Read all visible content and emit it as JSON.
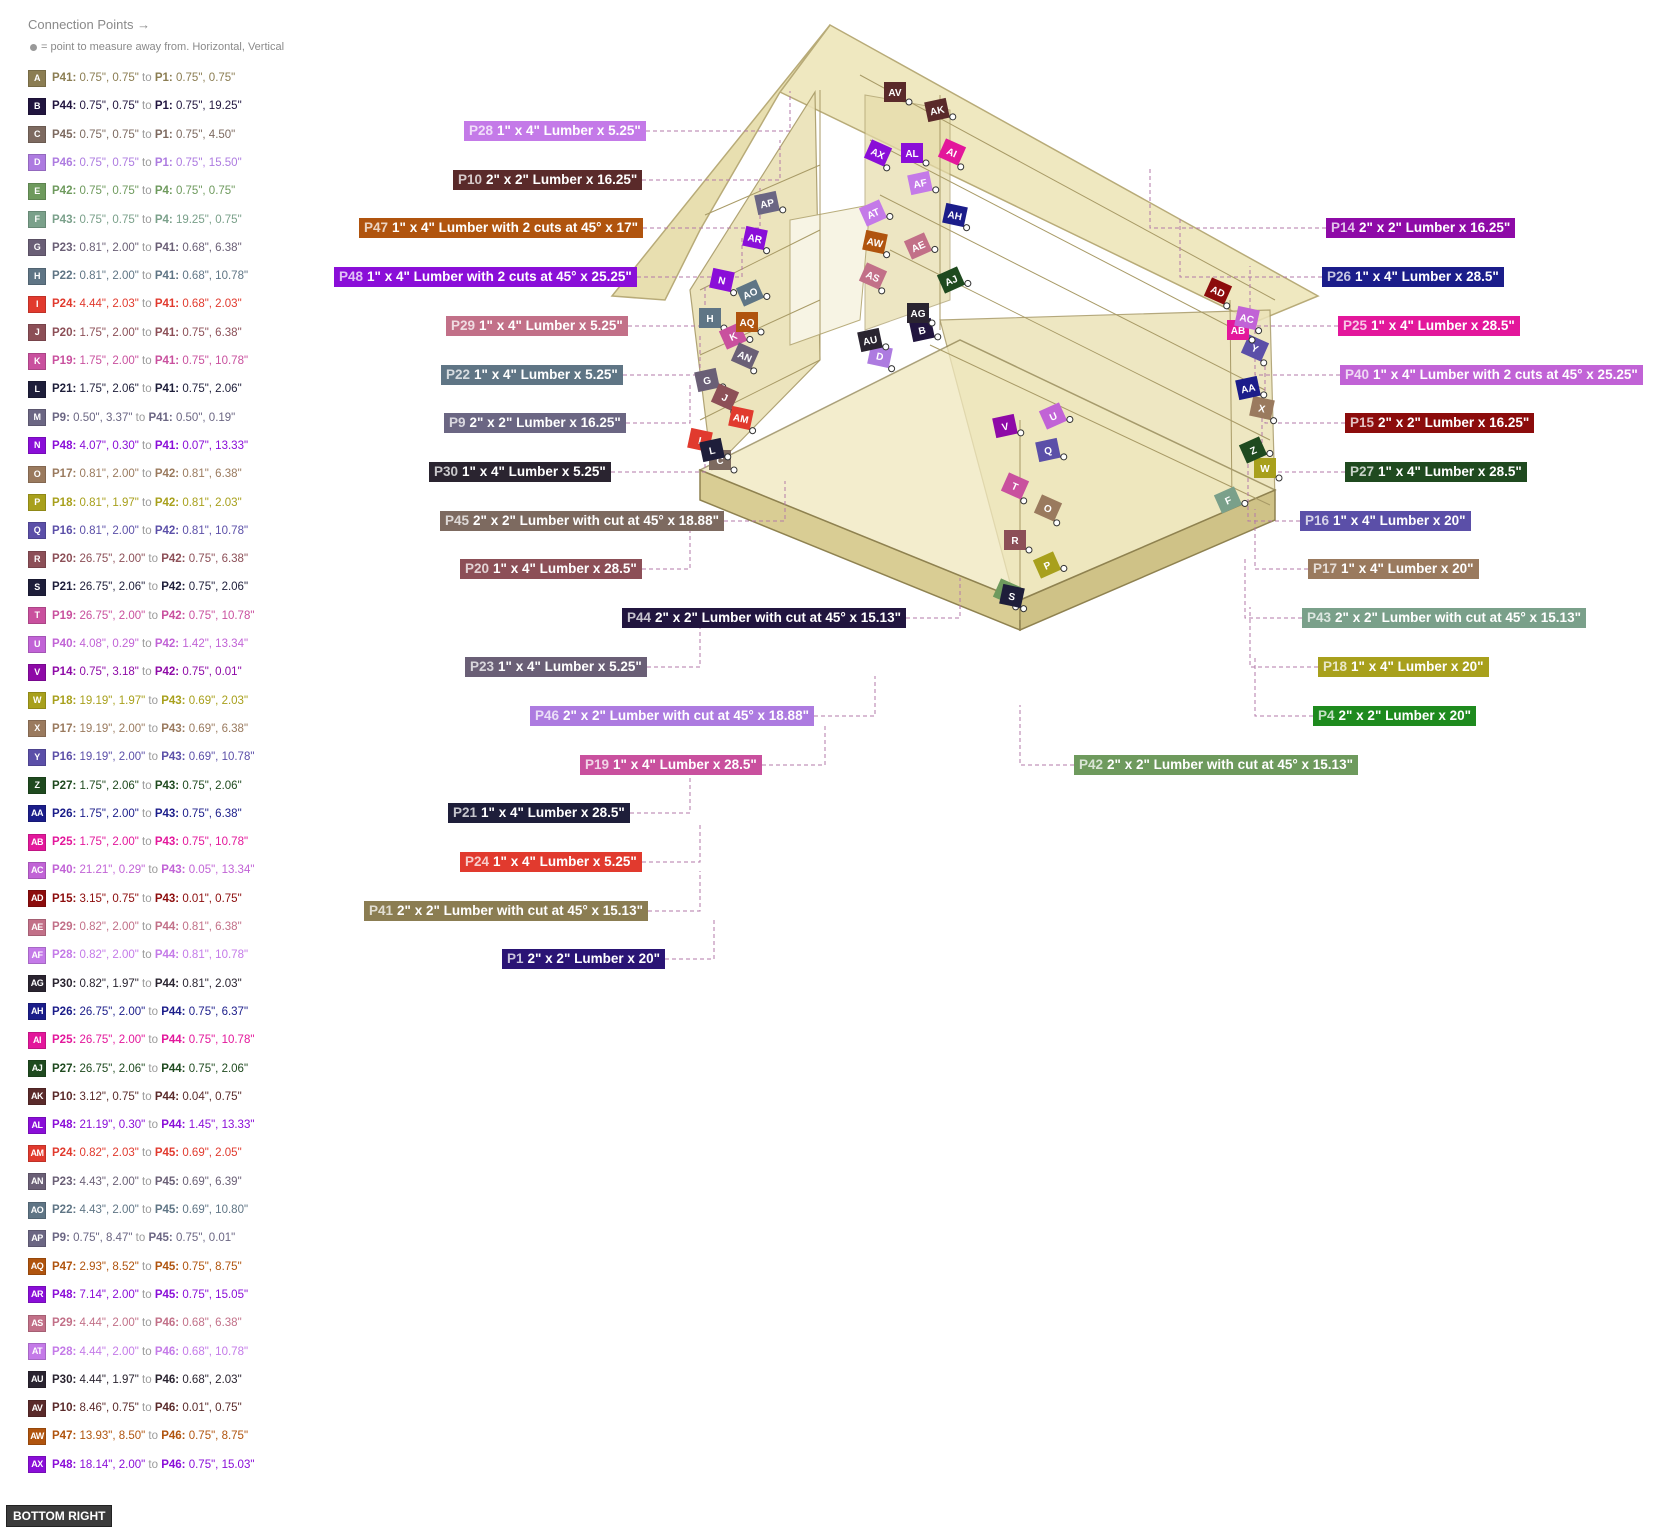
{
  "header": {
    "title": "Connection Points →",
    "note": "= point to measure away from. Horizontal, Vertical"
  },
  "connections": [
    {
      "badge": "A",
      "color": "#8b7d52",
      "from": "P41:",
      "from_val": "0.75\", 0.75\"",
      "to_word": "to",
      "to": "P1:",
      "to_val": "0.75\", 0.75\""
    },
    {
      "badge": "B",
      "color": "#21153f",
      "from": "P44:",
      "from_val": "0.75\", 0.75\"",
      "to_word": "to",
      "to": "P1:",
      "to_val": "0.75\", 19.25\""
    },
    {
      "badge": "C",
      "color": "#7d6a60",
      "from": "P45:",
      "from_val": "0.75\", 0.75\"",
      "to_word": "to",
      "to": "P1:",
      "to_val": "0.75\", 4.50\""
    },
    {
      "badge": "D",
      "color": "#ad7be0",
      "from": "P46:",
      "from_val": "0.75\", 0.75\"",
      "to_word": "to",
      "to": "P1:",
      "to_val": "0.75\", 15.50\""
    },
    {
      "badge": "E",
      "color": "#6e9a5d",
      "from": "P42:",
      "from_val": "0.75\", 0.75\"",
      "to_word": "to",
      "to": "P4:",
      "to_val": "0.75\", 0.75\""
    },
    {
      "badge": "F",
      "color": "#7aa08a",
      "from": "P43:",
      "from_val": "0.75\", 0.75\"",
      "to_word": "to",
      "to": "P4:",
      "to_val": "19.25\", 0.75\""
    },
    {
      "badge": "G",
      "color": "#6a5f76",
      "from": "P23:",
      "from_val": "0.81\", 2.00\"",
      "to_word": "to",
      "to": "P41:",
      "to_val": "0.68\", 6.38\""
    },
    {
      "badge": "H",
      "color": "#5f7585",
      "from": "P22:",
      "from_val": "0.81\", 2.00\"",
      "to_word": "to",
      "to": "P41:",
      "to_val": "0.68\", 10.78\""
    },
    {
      "badge": "I",
      "color": "#e13a2e",
      "from": "P24:",
      "from_val": "4.44\", 2.03\"",
      "to_word": "to",
      "to": "P41:",
      "to_val": "0.68\", 2.03\""
    },
    {
      "badge": "J",
      "color": "#8c4f57",
      "from": "P20:",
      "from_val": "1.75\", 2.00\"",
      "to_word": "to",
      "to": "P41:",
      "to_val": "0.75\", 6.38\""
    },
    {
      "badge": "K",
      "color": "#c9509e",
      "from": "P19:",
      "from_val": "1.75\", 2.00\"",
      "to_word": "to",
      "to": "P41:",
      "to_val": "0.75\", 10.78\""
    },
    {
      "badge": "L",
      "color": "#1e1e3a",
      "from": "P21:",
      "from_val": "1.75\", 2.06\"",
      "to_word": "to",
      "to": "P41:",
      "to_val": "0.75\", 2.06\""
    },
    {
      "badge": "M",
      "color": "#6b6683",
      "from": "P9:",
      "from_val": "0.50\", 3.37\"",
      "to_word": "to",
      "to": "P41:",
      "to_val": "0.50\", 0.19\""
    },
    {
      "badge": "N",
      "color": "#8a0ed8",
      "from": "P48:",
      "from_val": "4.07\", 0.30\"",
      "to_word": "to",
      "to": "P41:",
      "to_val": "0.07\", 13.33\""
    },
    {
      "badge": "O",
      "color": "#9a7a5e",
      "from": "P17:",
      "from_val": "0.81\", 2.00\"",
      "to_word": "to",
      "to": "P42:",
      "to_val": "0.81\", 6.38\""
    },
    {
      "badge": "P",
      "color": "#a8a01c",
      "from": "P18:",
      "from_val": "0.81\", 1.97\"",
      "to_word": "to",
      "to": "P42:",
      "to_val": "0.81\", 2.03\""
    },
    {
      "badge": "Q",
      "color": "#5b4fa8",
      "from": "P16:",
      "from_val": "0.81\", 2.00\"",
      "to_word": "to",
      "to": "P42:",
      "to_val": "0.81\", 10.78\""
    },
    {
      "badge": "R",
      "color": "#8c4f57",
      "from": "P20:",
      "from_val": "26.75\", 2.00\"",
      "to_word": "to",
      "to": "P42:",
      "to_val": "0.75\", 6.38\""
    },
    {
      "badge": "S",
      "color": "#1e1e3a",
      "from": "P21:",
      "from_val": "26.75\", 2.06\"",
      "to_word": "to",
      "to": "P42:",
      "to_val": "0.75\", 2.06\""
    },
    {
      "badge": "T",
      "color": "#c9509e",
      "from": "P19:",
      "from_val": "26.75\", 2.00\"",
      "to_word": "to",
      "to": "P42:",
      "to_val": "0.75\", 10.78\""
    },
    {
      "badge": "U",
      "color": "#c163d6",
      "from": "P40:",
      "from_val": "4.08\", 0.29\"",
      "to_word": "to",
      "to": "P42:",
      "to_val": "1.42\", 13.34\""
    },
    {
      "badge": "V",
      "color": "#8e0aa7",
      "from": "P14:",
      "from_val": "0.75\", 3.18\"",
      "to_word": "to",
      "to": "P42:",
      "to_val": "0.75\", 0.01\""
    },
    {
      "badge": "W",
      "color": "#a8a01c",
      "from": "P18:",
      "from_val": "19.19\", 1.97\"",
      "to_word": "to",
      "to": "P43:",
      "to_val": "0.69\", 2.03\""
    },
    {
      "badge": "X",
      "color": "#9a7a5e",
      "from": "P17:",
      "from_val": "19.19\", 2.00\"",
      "to_word": "to",
      "to": "P43:",
      "to_val": "0.69\", 6.38\""
    },
    {
      "badge": "Y",
      "color": "#5b4fa8",
      "from": "P16:",
      "from_val": "19.19\", 2.00\"",
      "to_word": "to",
      "to": "P43:",
      "to_val": "0.69\", 10.78\""
    },
    {
      "badge": "Z",
      "color": "#1f4a1f",
      "from": "P27:",
      "from_val": "1.75\", 2.06\"",
      "to_word": "to",
      "to": "P43:",
      "to_val": "0.75\", 2.06\""
    },
    {
      "badge": "AA",
      "color": "#1b1d8a",
      "from": "P26:",
      "from_val": "1.75\", 2.00\"",
      "to_word": "to",
      "to": "P43:",
      "to_val": "0.75\", 6.38\""
    },
    {
      "badge": "AB",
      "color": "#e3179b",
      "from": "P25:",
      "from_val": "1.75\", 2.00\"",
      "to_word": "to",
      "to": "P43:",
      "to_val": "0.75\", 10.78\""
    },
    {
      "badge": "AC",
      "color": "#c163d6",
      "from": "P40:",
      "from_val": "21.21\", 0.29\"",
      "to_word": "to",
      "to": "P43:",
      "to_val": "0.05\", 13.34\""
    },
    {
      "badge": "AD",
      "color": "#8c0c0c",
      "from": "P15:",
      "from_val": "3.15\", 0.75\"",
      "to_word": "to",
      "to": "P43:",
      "to_val": "0.01\", 0.75\""
    },
    {
      "badge": "AE",
      "color": "#c27088",
      "from": "P29:",
      "from_val": "0.82\", 2.00\"",
      "to_word": "to",
      "to": "P44:",
      "to_val": "0.81\", 6.38\""
    },
    {
      "badge": "AF",
      "color": "#c47ae8",
      "from": "P28:",
      "from_val": "0.82\", 2.00\"",
      "to_word": "to",
      "to": "P44:",
      "to_val": "0.81\", 10.78\""
    },
    {
      "badge": "AG",
      "color": "#2a2430",
      "from": "P30:",
      "from_val": "0.82\", 1.97\"",
      "to_word": "to",
      "to": "P44:",
      "to_val": "0.81\", 2.03\""
    },
    {
      "badge": "AH",
      "color": "#1b1d8a",
      "from": "P26:",
      "from_val": "26.75\", 2.00\"",
      "to_word": "to",
      "to": "P44:",
      "to_val": "0.75\", 6.37\""
    },
    {
      "badge": "AI",
      "color": "#e3179b",
      "from": "P25:",
      "from_val": "26.75\", 2.00\"",
      "to_word": "to",
      "to": "P44:",
      "to_val": "0.75\", 10.78\""
    },
    {
      "badge": "AJ",
      "color": "#1f4a1f",
      "from": "P27:",
      "from_val": "26.75\", 2.06\"",
      "to_word": "to",
      "to": "P44:",
      "to_val": "0.75\", 2.06\""
    },
    {
      "badge": "AK",
      "color": "#5a2a2a",
      "from": "P10:",
      "from_val": "3.12\", 0.75\"",
      "to_word": "to",
      "to": "P44:",
      "to_val": "0.04\", 0.75\""
    },
    {
      "badge": "AL",
      "color": "#8a0ed8",
      "from": "P48:",
      "from_val": "21.19\", 0.30\"",
      "to_word": "to",
      "to": "P44:",
      "to_val": "1.45\", 13.33\""
    },
    {
      "badge": "AM",
      "color": "#e13a2e",
      "from": "P24:",
      "from_val": "0.82\", 2.03\"",
      "to_word": "to",
      "to": "P45:",
      "to_val": "0.69\", 2.05\""
    },
    {
      "badge": "AN",
      "color": "#6a5f76",
      "from": "P23:",
      "from_val": "4.43\", 2.00\"",
      "to_word": "to",
      "to": "P45:",
      "to_val": "0.69\", 6.39\""
    },
    {
      "badge": "AO",
      "color": "#5f7585",
      "from": "P22:",
      "from_val": "4.43\", 2.00\"",
      "to_word": "to",
      "to": "P45:",
      "to_val": "0.69\", 10.80\""
    },
    {
      "badge": "AP",
      "color": "#6b6683",
      "from": "P9:",
      "from_val": "0.75\", 8.47\"",
      "to_word": "to",
      "to": "P45:",
      "to_val": "0.75\", 0.01\""
    },
    {
      "badge": "AQ",
      "color": "#b0540e",
      "from": "P47:",
      "from_val": "2.93\", 8.52\"",
      "to_word": "to",
      "to": "P45:",
      "to_val": "0.75\", 8.75\""
    },
    {
      "badge": "AR",
      "color": "#8a0ed8",
      "from": "P48:",
      "from_val": "7.14\", 2.00\"",
      "to_word": "to",
      "to": "P45:",
      "to_val": "0.75\", 15.05\""
    },
    {
      "badge": "AS",
      "color": "#c27088",
      "from": "P29:",
      "from_val": "4.44\", 2.00\"",
      "to_word": "to",
      "to": "P46:",
      "to_val": "0.68\", 6.38\""
    },
    {
      "badge": "AT",
      "color": "#c47ae8",
      "from": "P28:",
      "from_val": "4.44\", 2.00\"",
      "to_word": "to",
      "to": "P46:",
      "to_val": "0.68\", 10.78\""
    },
    {
      "badge": "AU",
      "color": "#2a2430",
      "from": "P30:",
      "from_val": "4.44\", 1.97\"",
      "to_word": "to",
      "to": "P46:",
      "to_val": "0.68\", 2.03\""
    },
    {
      "badge": "AV",
      "color": "#5a2a2a",
      "from": "P10:",
      "from_val": "8.46\", 0.75\"",
      "to_word": "to",
      "to": "P46:",
      "to_val": "0.01\", 0.75\""
    },
    {
      "badge": "AW",
      "color": "#b0540e",
      "from": "P47:",
      "from_val": "13.93\", 8.50\"",
      "to_word": "to",
      "to": "P46:",
      "to_val": "0.75\", 8.75\""
    },
    {
      "badge": "AX",
      "color": "#8a0ed8",
      "from": "P48:",
      "from_val": "18.14\", 2.00\"",
      "to_word": "to",
      "to": "P46:",
      "to_val": "0.75\", 15.03\""
    }
  ],
  "parts_left": [
    {
      "id": "P28",
      "desc": "1\" x 4\" Lumber  x 5.25\"",
      "color": "#c47ae8"
    },
    {
      "id": "P10",
      "desc": "2\" x 2\" Lumber x 16.25\"",
      "color": "#5a2a2a"
    },
    {
      "id": "P47",
      "desc": "1\" x 4\" Lumber with 2 cuts at 45° x 17\"",
      "color": "#b0540e"
    },
    {
      "id": "P48",
      "desc": "1\" x 4\" Lumber with 2 cuts at 45° x 25.25\"",
      "color": "#8a0ed8"
    },
    {
      "id": "P29",
      "desc": "1\" x 4\" Lumber  x 5.25\"",
      "color": "#c27088"
    },
    {
      "id": "P22",
      "desc": "1\" x 4\" Lumber  x 5.25\"",
      "color": "#5f7585"
    },
    {
      "id": "P9",
      "desc": "2\" x 2\" Lumber x 16.25\"",
      "color": "#6b6683"
    },
    {
      "id": "P30",
      "desc": "1\" x 4\" Lumber  x 5.25\"",
      "color": "#2a2430"
    },
    {
      "id": "P45",
      "desc": "2\" x 2\" Lumber with cut at 45° x 18.88\"",
      "color": "#7d6a60"
    },
    {
      "id": "P20",
      "desc": "1\" x 4\" Lumber  x 28.5\"",
      "color": "#8c4f57"
    },
    {
      "id": "P44",
      "desc": "2\" x 2\" Lumber with cut at 45° x 15.13\"",
      "color": "#21153f"
    },
    {
      "id": "P23",
      "desc": "1\" x 4\" Lumber  x 5.25\"",
      "color": "#6a5f76"
    },
    {
      "id": "P46",
      "desc": "2\" x 2\" Lumber with cut at 45° x 18.88\"",
      "color": "#ad7be0"
    },
    {
      "id": "P19",
      "desc": "1\" x 4\" Lumber  x 28.5\"",
      "color": "#c9509e"
    },
    {
      "id": "P21",
      "desc": "1\" x 4\" Lumber  x 28.5\"",
      "color": "#1e1e3a"
    },
    {
      "id": "P24",
      "desc": "1\" x 4\" Lumber  x 5.25\"",
      "color": "#e13a2e"
    },
    {
      "id": "P41",
      "desc": "2\" x 2\" Lumber with cut at 45° x 15.13\"",
      "color": "#8b7d52"
    },
    {
      "id": "P1",
      "desc": "2\" x 2\" Lumber x 20\"",
      "color": "#2a1475"
    }
  ],
  "parts_right": [
    {
      "id": "P14",
      "desc": "2\" x 2\" Lumber x 16.25\"",
      "color": "#8e0aa7"
    },
    {
      "id": "P26",
      "desc": "1\" x 4\" Lumber  x 28.5\"",
      "color": "#1b1d8a"
    },
    {
      "id": "P25",
      "desc": "1\" x 4\" Lumber  x 28.5\"",
      "color": "#e3179b"
    },
    {
      "id": "P40",
      "desc": "1\" x 4\" Lumber with 2 cuts at 45° x 25.25\"",
      "color": "#c163d6"
    },
    {
      "id": "P15",
      "desc": "2\" x 2\" Lumber x 16.25\"",
      "color": "#8c0c0c"
    },
    {
      "id": "P27",
      "desc": "1\" x 4\" Lumber  x 28.5\"",
      "color": "#1f4a1f"
    },
    {
      "id": "P16",
      "desc": "1\" x 4\" Lumber  x 20\"",
      "color": "#5b4fa8"
    },
    {
      "id": "P17",
      "desc": "1\" x 4\" Lumber  x 20\"",
      "color": "#9a7a5e"
    },
    {
      "id": "P43",
      "desc": "2\" x 2\" Lumber with cut at 45° x 15.13\"",
      "color": "#7aa08a"
    },
    {
      "id": "P18",
      "desc": "1\" x 4\" Lumber  x 20\"",
      "color": "#a8a01c"
    },
    {
      "id": "P4",
      "desc": "2\" x 2\" Lumber x 20\"",
      "color": "#1e8a1e"
    },
    {
      "id": "P42",
      "desc": "2\" x 2\" Lumber with cut at 45° x 15.13\"",
      "color": "#6e9a5d"
    }
  ],
  "corner_button": "BOTTOM RIGHT"
}
